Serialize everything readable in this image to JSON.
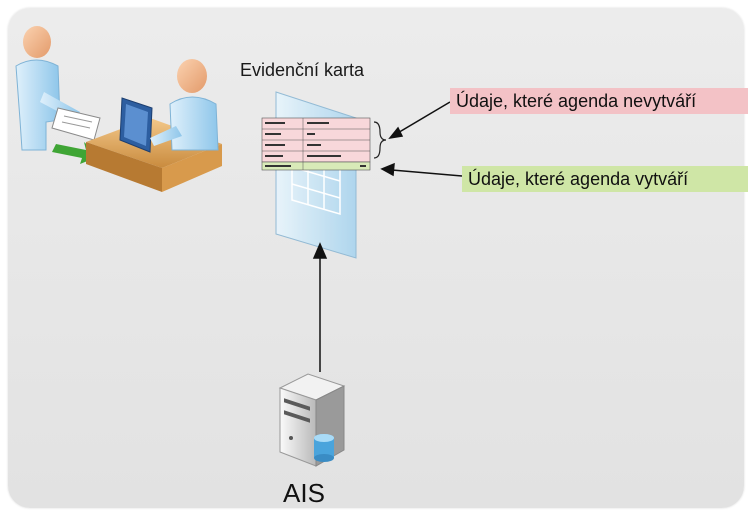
{
  "diagram": {
    "card_title": "Evidenční karta",
    "callout_not_created": "Údaje, které agenda nevytváří",
    "callout_created": "Údaje, které agenda vytváří",
    "server_label": "AIS",
    "colors": {
      "panel": "#e6e6e6",
      "not_created": "#f3c2c6",
      "created": "#cfe6a6",
      "glass": "#c9e3f2"
    }
  }
}
